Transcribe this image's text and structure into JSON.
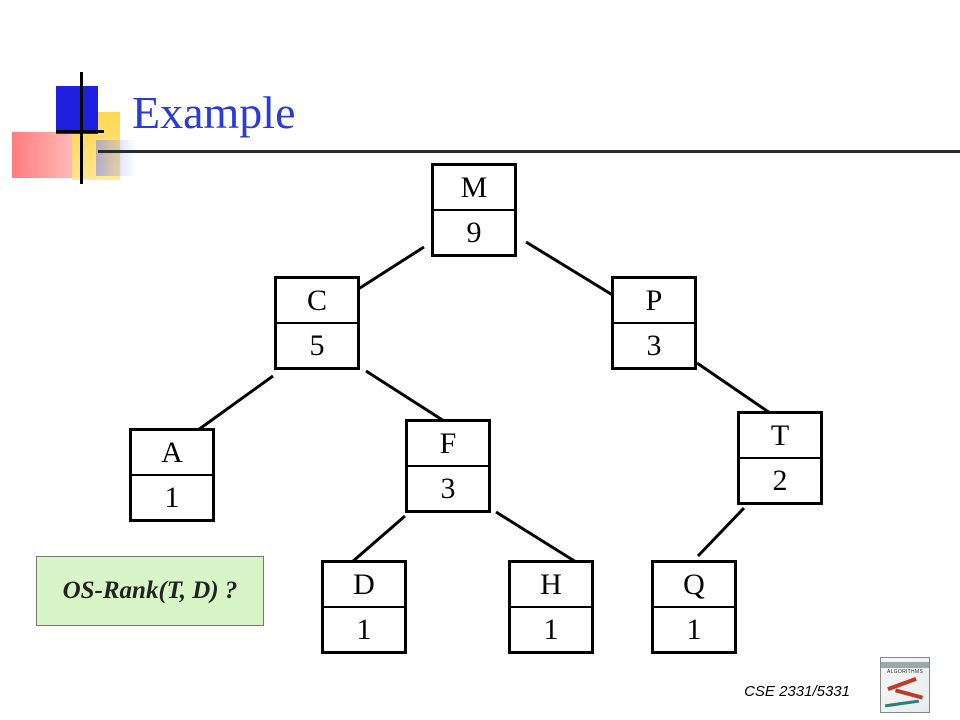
{
  "slide": {
    "title": "Example",
    "footer": "CSE 2331/5331",
    "book_cover_text": "ALGORITHMS"
  },
  "query": {
    "text": "OS-Rank(T, D) ?"
  },
  "tree": {
    "nodes": [
      {
        "id": "M",
        "key": "M",
        "size": "9"
      },
      {
        "id": "C",
        "key": "C",
        "size": "5"
      },
      {
        "id": "P",
        "key": "P",
        "size": "3"
      },
      {
        "id": "A",
        "key": "A",
        "size": "1"
      },
      {
        "id": "F",
        "key": "F",
        "size": "3"
      },
      {
        "id": "T",
        "key": "T",
        "size": "2"
      },
      {
        "id": "D",
        "key": "D",
        "size": "1"
      },
      {
        "id": "H",
        "key": "H",
        "size": "1"
      },
      {
        "id": "Q",
        "key": "Q",
        "size": "1"
      }
    ],
    "edges": [
      {
        "from": "M",
        "to": "C"
      },
      {
        "from": "M",
        "to": "P"
      },
      {
        "from": "C",
        "to": "A"
      },
      {
        "from": "C",
        "to": "F"
      },
      {
        "from": "P",
        "to": "T"
      },
      {
        "from": "F",
        "to": "D"
      },
      {
        "from": "F",
        "to": "H"
      },
      {
        "from": "T",
        "to": "Q"
      }
    ]
  }
}
